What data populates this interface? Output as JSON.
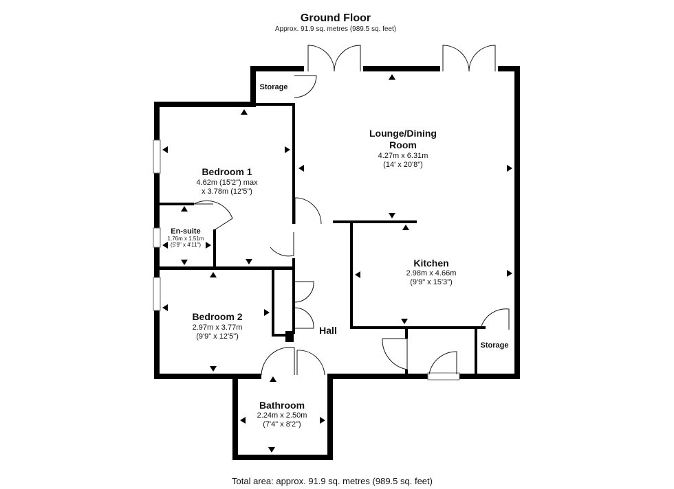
{
  "header": {
    "title": "Ground Floor",
    "subtitle": "Approx. 91.9 sq. metres (989.5 sq. feet)"
  },
  "rooms": {
    "lounge": {
      "name_line1": "Lounge/Dining",
      "name_line2": "Room",
      "dim_metric": "4.27m x 6.31m",
      "dim_imperial": "(14' x 20'8\")"
    },
    "bedroom1": {
      "name": "Bedroom 1",
      "dim_line1": "4.62m (15'2\") max",
      "dim_line2": "x 3.78m (12'5\")"
    },
    "ensuite": {
      "name": "En-suite",
      "dim_metric": "1.76m x 1.51m",
      "dim_imperial": "(5'9\" x 4'11\")"
    },
    "bedroom2": {
      "name": "Bedroom 2",
      "dim_metric": "2.97m x 3.77m",
      "dim_imperial": "(9'9\" x 12'5\")"
    },
    "kitchen": {
      "name": "Kitchen",
      "dim_metric": "2.98m x 4.66m",
      "dim_imperial": "(9'9\" x 15'3\")"
    },
    "hall": {
      "name": "Hall"
    },
    "bathroom": {
      "name": "Bathroom",
      "dim_metric": "2.24m x 2.50m",
      "dim_imperial": "(7'4\" x 8'2\")"
    },
    "storage_top": {
      "name": "Storage"
    },
    "storage_right": {
      "name": "Storage"
    }
  },
  "footer": {
    "total_area": "Total area: approx. 91.9 sq. metres (989.5 sq. feet)"
  }
}
